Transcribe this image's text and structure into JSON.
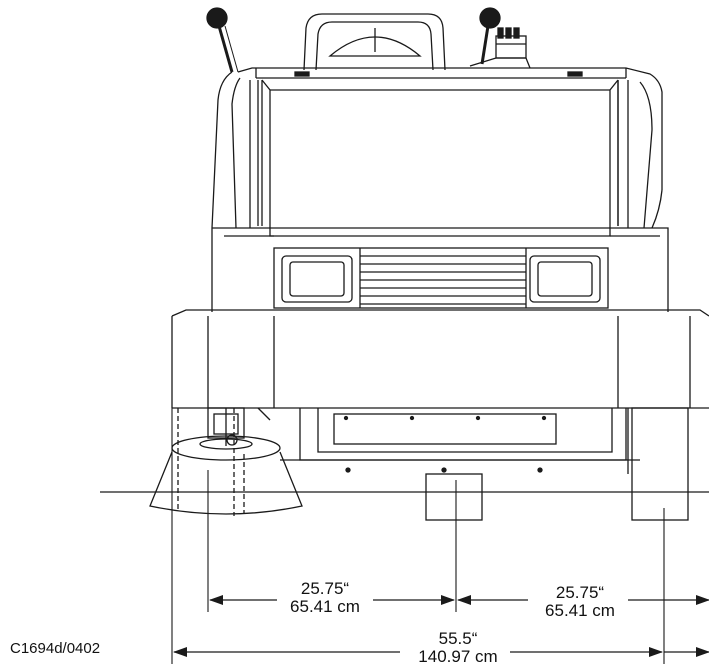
{
  "figure_id": "C1694d/0402",
  "dimensions": {
    "left_inner": {
      "inches": "25.75“",
      "cm": "65.41 cm"
    },
    "right_inner": {
      "inches": "25.75“",
      "cm": "65.41 cm"
    },
    "overall": {
      "inches": "55.5“",
      "cm": "140.97 cm"
    }
  },
  "colors": {
    "line": "#1a1a1a",
    "background": "#ffffff"
  }
}
